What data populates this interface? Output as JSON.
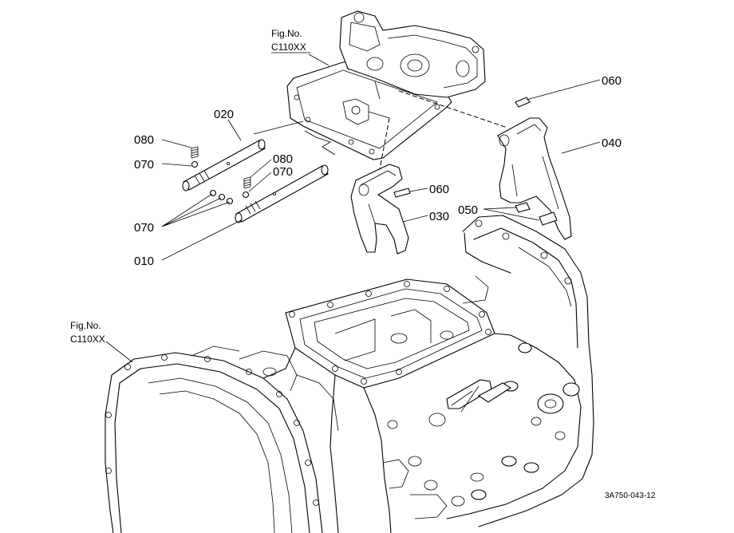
{
  "figure_refs": [
    {
      "prefix": "Fig.No.",
      "code": "C110XX"
    },
    {
      "prefix": "Fig.No.",
      "code": "C110XX"
    }
  ],
  "parts": {
    "p010": "010",
    "p020": "020",
    "p030": "030",
    "p040": "040",
    "p050": "050",
    "p060a": "060",
    "p060b": "060",
    "p070a": "070",
    "p070b": "070",
    "p070c": "070",
    "p080a": "080",
    "p080b": "080"
  },
  "drawing_code": "3A750-043-12"
}
